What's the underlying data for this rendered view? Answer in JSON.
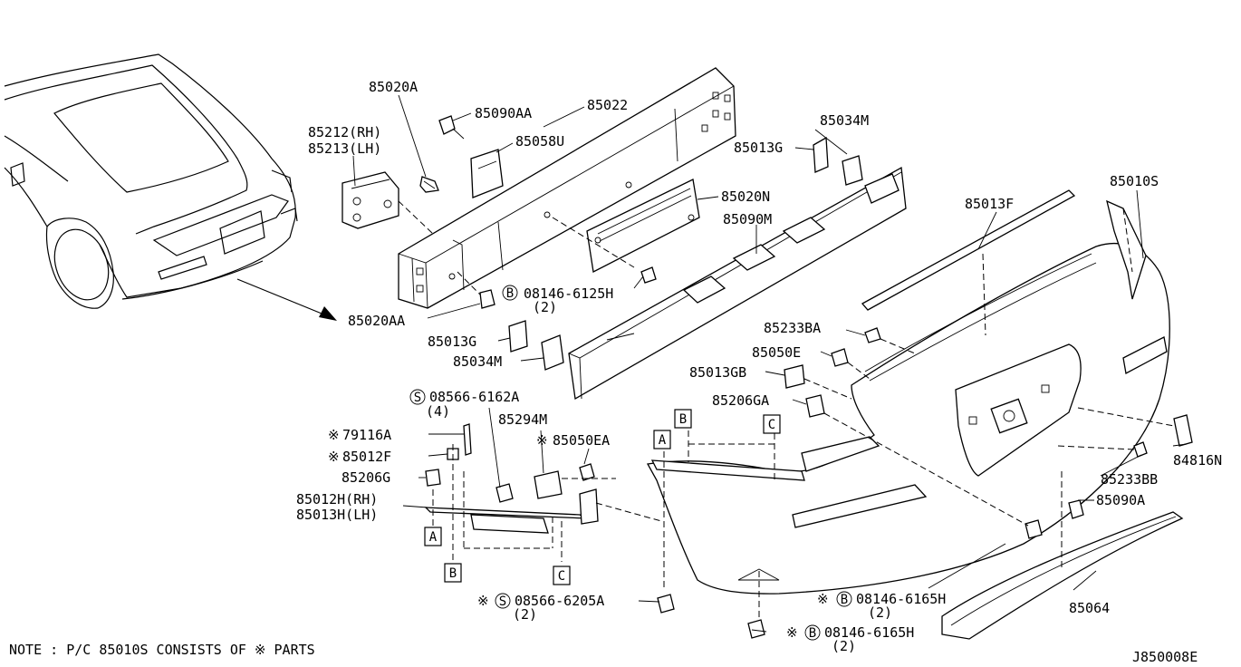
{
  "labels": {
    "p85020A": "85020A",
    "p85022": "85022",
    "p85090AA": "85090AA",
    "p85058U": "85058U",
    "p85212": "85212(RH)",
    "p85213": "85213(LH)",
    "p85020N": "85020N",
    "p85034M_top": "85034M",
    "p85013G_top": "85013G",
    "p85090M": "85090M",
    "p85013F": "85013F",
    "p85010S": "85010S",
    "p08146_6125H": "08146-6125H",
    "p08146_6125H_qty": "(2)",
    "p85020AA": "85020AA",
    "p85013G_bot": "85013G",
    "p85034M_bot": "85034M",
    "p85233BA": "85233BA",
    "p85050E": "85050E",
    "p85013GB": "85013GB",
    "p85206GA": "85206GA",
    "p08566_6162A": "08566-6162A",
    "p08566_6162A_qty": "(4)",
    "p85294M": "85294M",
    "p85050EA": "85050EA",
    "p79116A": "79116A",
    "p85012F": "85012F",
    "p85206G": "85206G",
    "p85012H": "85012H(RH)",
    "p85013H": "85013H(LH)",
    "p84816N": "84816N",
    "p85233BB": "85233BB",
    "p85090A": "85090A",
    "p85064": "85064",
    "p08146_6165H_a": "08146-6165H",
    "p08146_6165H_a_qty": "(2)",
    "p08566_6205A": "08566-6205A",
    "p08566_6205A_qty": "(2)",
    "p08146_6165H_b": "08146-6165H",
    "p08146_6165H_b_qty": "(2)"
  },
  "markers": {
    "asterisk": "※",
    "s": "S",
    "b": "B"
  },
  "ref_boxes": {
    "a": "A",
    "b": "B",
    "c": "C"
  },
  "note": "NOTE : P/C 85010S CONSISTS OF ※ PARTS",
  "diagram_id": "J850008E"
}
